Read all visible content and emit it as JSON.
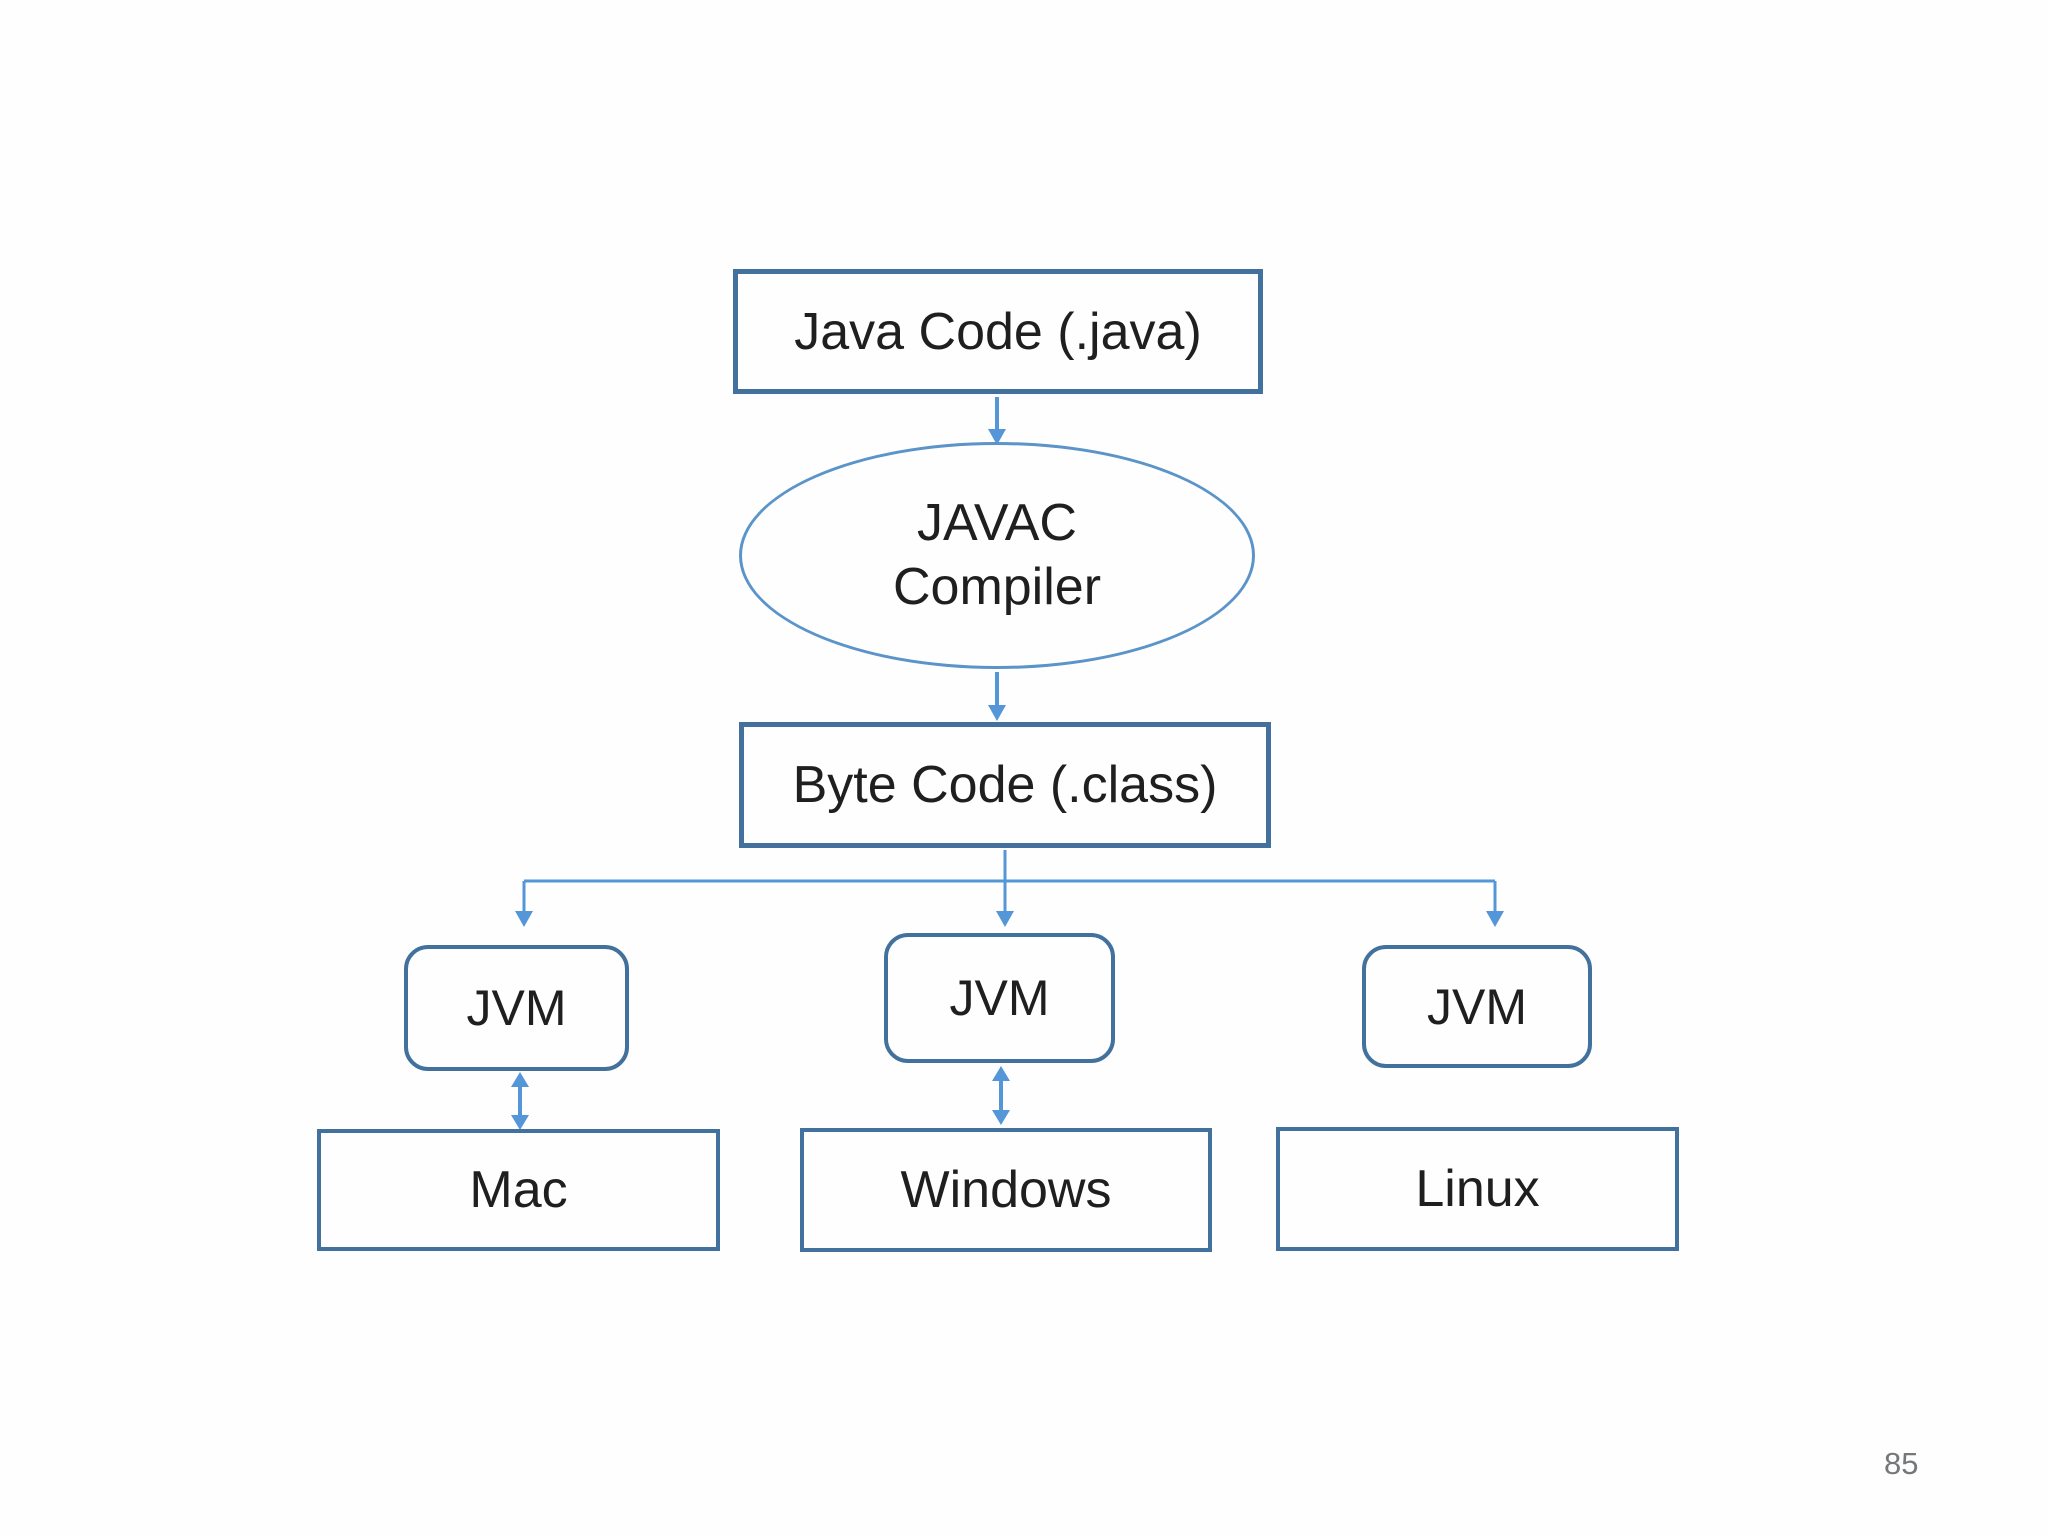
{
  "diagram": {
    "nodes": {
      "java_code": {
        "label": "Java Code (.java)"
      },
      "javac_compiler": {
        "lines": [
          "JAVAC",
          "Compiler"
        ],
        "label": "JAVAC\nCompiler"
      },
      "byte_code": {
        "label": "Byte Code (.class)"
      },
      "jvm_left": {
        "label": "JVM"
      },
      "jvm_middle": {
        "label": "JVM"
      },
      "jvm_right": {
        "label": "JVM"
      },
      "os_mac": {
        "label": "Mac"
      },
      "os_windows": {
        "label": "Windows"
      },
      "os_linux": {
        "label": "Linux"
      }
    },
    "edges": [
      {
        "from": "java_code",
        "to": "javac_compiler",
        "style": "arrow-down"
      },
      {
        "from": "javac_compiler",
        "to": "byte_code",
        "style": "arrow-down"
      },
      {
        "from": "byte_code",
        "to": "jvm_left",
        "style": "branch-arrow"
      },
      {
        "from": "byte_code",
        "to": "jvm_middle",
        "style": "branch-arrow"
      },
      {
        "from": "byte_code",
        "to": "jvm_right",
        "style": "branch-arrow"
      },
      {
        "from": "jvm_left",
        "to": "os_mac",
        "style": "double-arrow"
      },
      {
        "from": "jvm_middle",
        "to": "os_windows",
        "style": "double-arrow"
      }
    ]
  },
  "colors": {
    "box_border": "#41719c",
    "ellipse_border": "#5b94c8",
    "connector": "#5596d8",
    "text": "#1f1f1f",
    "page_number": "#75787b",
    "background": "#fefefe"
  },
  "footer": {
    "page_number": "85"
  }
}
